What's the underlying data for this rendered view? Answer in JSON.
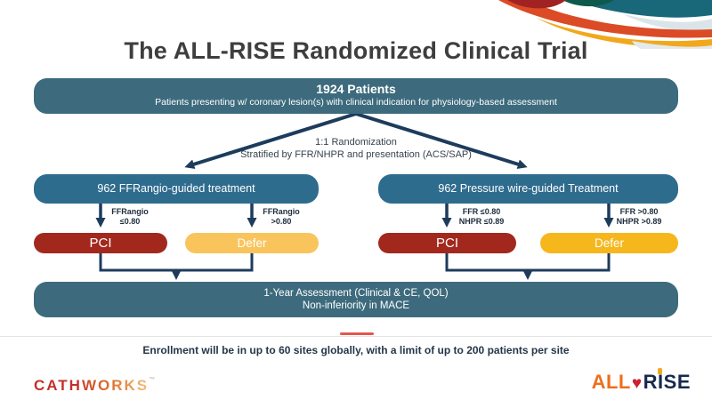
{
  "title": "The ALL-RISE Randomized Clinical Trial",
  "top_box": {
    "heading": "1924 Patients",
    "subtitle": "Patients presenting w/ coronary lesion(s) with clinical indication for physiology-based assessment"
  },
  "randomization": {
    "line1": "1:1 Randomization",
    "line2": "Stratified by FFR/NHPR and presentation (ACS/SAP)"
  },
  "left_arm": {
    "label": "962 FFRangio-guided treatment",
    "pci_condition": [
      "FFRangio",
      "≤0.80"
    ],
    "defer_condition": [
      "FFRangio",
      ">0.80"
    ],
    "pci_label": "PCI",
    "defer_label": "Defer"
  },
  "right_arm": {
    "label": "962 Pressure wire-guided Treatment",
    "pci_condition": [
      "FFR ≤0.80",
      "NHPR ≤0.89"
    ],
    "defer_condition": [
      "FFR >0.80",
      "NHPR >0.89"
    ],
    "pci_label": "PCI",
    "defer_label": "Defer"
  },
  "outcome_box": {
    "line1": "1-Year Assessment (Clinical & CE, QOL)",
    "line2": "Non-inferiority in MACE"
  },
  "footer": {
    "note": "Enrollment will be in up to 60 sites globally, with a limit of up to 200 patients per site"
  },
  "logos": {
    "cathworks_cath": "CATH",
    "cathworks_works": "WORKS",
    "cathworks_tm": "™",
    "allrise_all": "ALL",
    "allrise_heart": "♥",
    "allrise_rise": "RISE"
  },
  "colors": {
    "teal_box": "#3d6b7d",
    "blue_arm_box": "#2e6c8e",
    "pci_red": "#a2281e",
    "defer_yellow_left": "#f9c45c",
    "defer_yellow_right": "#f6b71c",
    "arrow_navy": "#1d3c5c",
    "divider_red": "#e2574e",
    "title_gray": "#3e3e3e"
  }
}
